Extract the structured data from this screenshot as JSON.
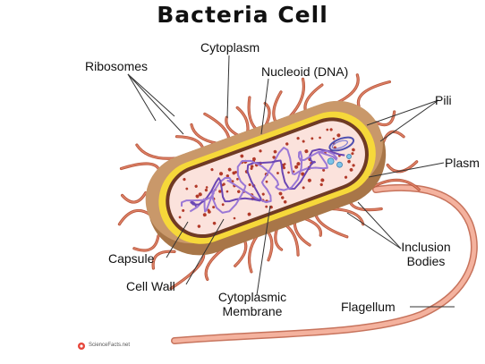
{
  "title": "Bacteria Cell",
  "labels": {
    "cytoplasm": "Cytoplasm",
    "ribosomes": "Ribosomes",
    "nucleoid": "Nucleoid (DNA)",
    "pili": "Pili",
    "plasmid": "Plasm",
    "inclusion_line1": "Inclusion",
    "inclusion_line2": "Bodies",
    "capsule": "Capsule",
    "cell_wall": "Cell Wall",
    "cyto_membrane_line1": "Cytoplasmic",
    "cyto_membrane_line2": "Membrane",
    "flagellum": "Flagellum"
  },
  "credit": "ScienceFacts.net",
  "colors": {
    "capsule": "#a87648",
    "capsule_light": "#c99a6c",
    "cell_wall": "#f6d83a",
    "membrane": "#6f3a24",
    "cytoplasm": "#fbe4de",
    "dna": "#8a63c8",
    "pili": "#c96a4a",
    "flagellum": "#f1a58f"
  }
}
